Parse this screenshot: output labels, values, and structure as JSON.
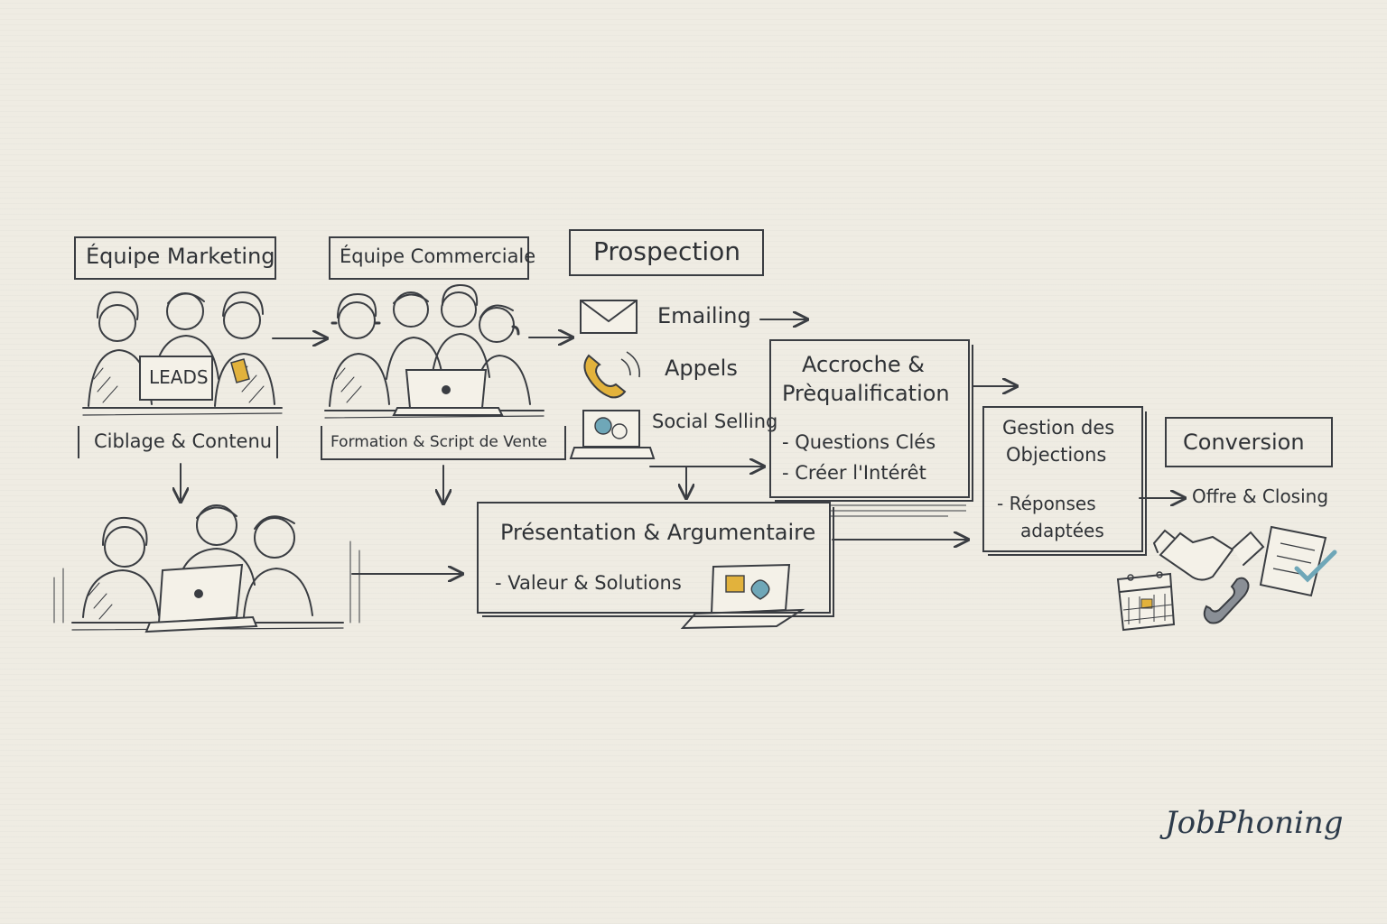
{
  "marketing": {
    "title": "Équipe Marketing",
    "badge": "LEADS",
    "caption": "Ciblage & Contenu"
  },
  "commercial": {
    "title": "Équipe Commerciale",
    "caption": "Formation & Script de Vente"
  },
  "prospection": {
    "title": "Prospection",
    "channels": [
      {
        "label": "Emailing",
        "icon": "envelope-icon"
      },
      {
        "label": "Appels",
        "icon": "phone-icon"
      },
      {
        "label": "Social Selling",
        "icon": "laptop-chat-icon"
      }
    ]
  },
  "accroche": {
    "title_line1": "Accroche &",
    "title_line2": "Prèqualification",
    "items": [
      "- Questions Clés",
      "- Créer l'Intérêt"
    ]
  },
  "presentation": {
    "title": "Présentation & Argumentaire",
    "item": "- Valeur & Solutions"
  },
  "objections": {
    "title_line1": "Gestion des",
    "title_line2": "Objections",
    "item_line1": "- Réponses",
    "item_line2": "adaptées"
  },
  "conversion": {
    "title": "Conversion",
    "item": "Offre & Closing"
  },
  "brand": {
    "logo": "JobPhoning"
  },
  "colors": {
    "ink": "#3a3d42",
    "paper": "#efece3",
    "accent_yellow": "#e2b23c",
    "accent_blue": "#6fa7b8"
  }
}
